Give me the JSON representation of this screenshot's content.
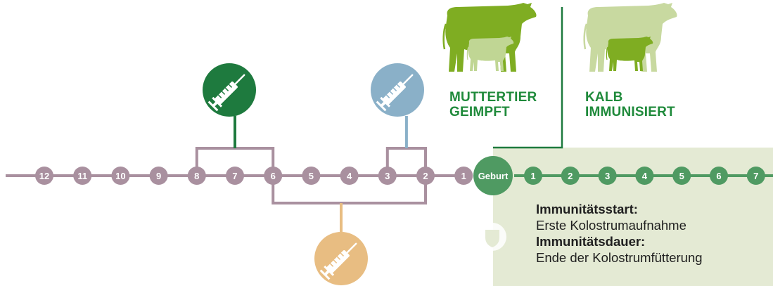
{
  "colors": {
    "timeline_before": "#a9909f",
    "timeline_after": "#4f9a62",
    "birth_circle": "#4f9a62",
    "vaccine_green": "#1e7a3e",
    "vaccine_blue": "#8ab0c8",
    "vaccine_tan": "#e8bd82",
    "immunity_panel": "#e4ead4",
    "divider": "#1e7a3e",
    "cow_dark": "#7fad22",
    "calf_light": "#c0d694",
    "cow_light": "#c8d9a0",
    "calf_dark": "#7fad22",
    "label_green": "#1f8a3b"
  },
  "timeline": {
    "before_birth": [
      "12",
      "11",
      "10",
      "9",
      "8",
      "7",
      "6",
      "5",
      "4",
      "3",
      "2",
      "1"
    ],
    "birth_label": "Geburt",
    "after_birth": [
      "1",
      "2",
      "3",
      "4",
      "5",
      "6",
      "7"
    ]
  },
  "vaccinations": [
    {
      "color": "green",
      "icon": "syringe-icon",
      "spans_weeks_before_birth": [
        8,
        6
      ]
    },
    {
      "color": "blue",
      "icon": "syringe-icon",
      "spans_weeks_before_birth": [
        3,
        2
      ]
    },
    {
      "color": "tan",
      "icon": "syringe-icon",
      "spans_weeks_before_birth": [
        6,
        2
      ]
    }
  ],
  "labels": {
    "mother_line1": "MUTTERTIER",
    "mother_line2": "GEIMPFT",
    "calf_line1": "KALB",
    "calf_line2": "IMMUNISIERT"
  },
  "immunity": {
    "start_title": "Immunitätsstart:",
    "start_desc": "Erste Kolostrumaufnahme",
    "duration_title": "Immunitätsdauer:",
    "duration_desc": "Ende der Kolostrumfütterung",
    "icon": "shield-icon"
  }
}
